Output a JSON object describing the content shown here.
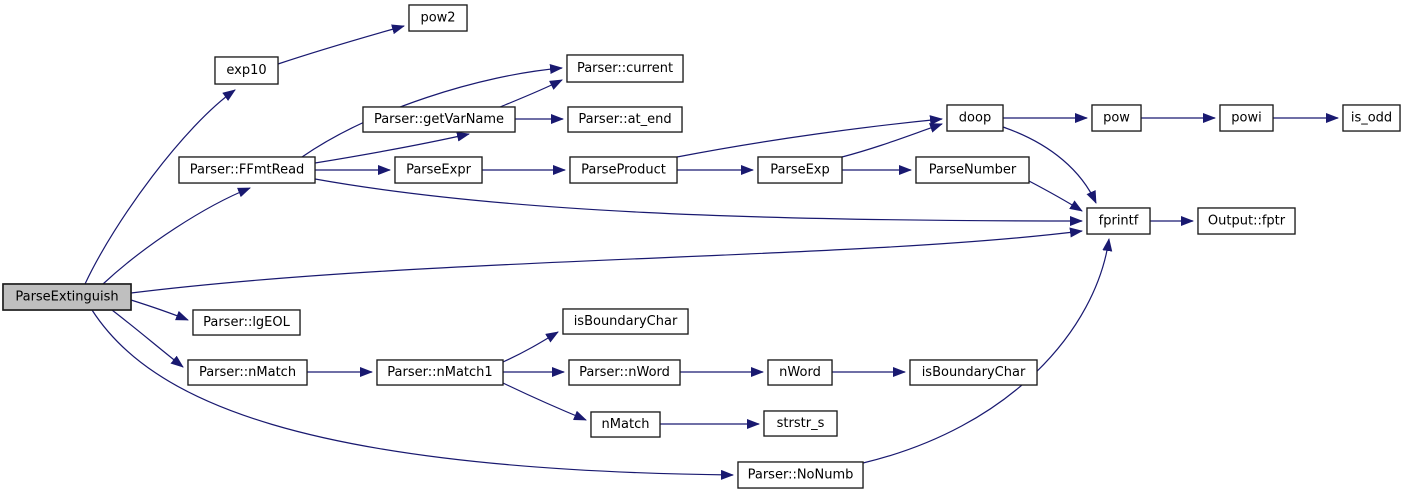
{
  "diagram": {
    "type": "call-graph",
    "root": "ParseExtinguish",
    "colors": {
      "edge": "#191970",
      "node_fill": "#ffffff",
      "root_fill": "#bfbfbf",
      "node_border": "#1a1a1a",
      "text": "#000000",
      "background": "#ffffff"
    },
    "nodes": {
      "parse_extinguish": {
        "label": "ParseExtinguish"
      },
      "pow2": {
        "label": "pow2"
      },
      "exp10": {
        "label": "exp10"
      },
      "parser_current": {
        "label": "Parser::current"
      },
      "parser_getvarname": {
        "label": "Parser::getVarName"
      },
      "parser_at_end": {
        "label": "Parser::at_end"
      },
      "parser_ffmtread": {
        "label": "Parser::FFmtRead"
      },
      "parse_expr": {
        "label": "ParseExpr"
      },
      "parse_product": {
        "label": "ParseProduct"
      },
      "parse_exp": {
        "label": "ParseExp"
      },
      "parse_number": {
        "label": "ParseNumber"
      },
      "doop": {
        "label": "doop"
      },
      "pow": {
        "label": "pow"
      },
      "powi": {
        "label": "powi"
      },
      "is_odd": {
        "label": "is_odd"
      },
      "fprintf": {
        "label": "fprintf"
      },
      "output_fptr": {
        "label": "Output::fptr"
      },
      "parser_lgeol": {
        "label": "Parser::lgEOL"
      },
      "parser_nmatch": {
        "label": "Parser::nMatch"
      },
      "parser_nmatch1": {
        "label": "Parser::nMatch1"
      },
      "isboundarychar_a": {
        "label": "isBoundaryChar"
      },
      "parser_nword": {
        "label": "Parser::nWord"
      },
      "nmatch": {
        "label": "nMatch"
      },
      "nword": {
        "label": "nWord"
      },
      "isboundarychar_b": {
        "label": "isBoundaryChar"
      },
      "strstr_s": {
        "label": "strstr_s"
      },
      "parser_nonumb": {
        "label": "Parser::NoNumb"
      }
    },
    "edges": [
      {
        "from": "parse_extinguish",
        "to": "exp10"
      },
      {
        "from": "parse_extinguish",
        "to": "parser_ffmtread"
      },
      {
        "from": "parse_extinguish",
        "to": "fprintf"
      },
      {
        "from": "parse_extinguish",
        "to": "parser_lgeol"
      },
      {
        "from": "parse_extinguish",
        "to": "parser_nmatch"
      },
      {
        "from": "parse_extinguish",
        "to": "parser_nonumb"
      },
      {
        "from": "exp10",
        "to": "pow2"
      },
      {
        "from": "parser_ffmtread",
        "to": "parser_current"
      },
      {
        "from": "parser_ffmtread",
        "to": "parser_getvarname"
      },
      {
        "from": "parser_ffmtread",
        "to": "parse_expr"
      },
      {
        "from": "parser_ffmtread",
        "to": "fprintf"
      },
      {
        "from": "parser_getvarname",
        "to": "parser_current"
      },
      {
        "from": "parser_getvarname",
        "to": "parser_at_end"
      },
      {
        "from": "parse_expr",
        "to": "parse_product"
      },
      {
        "from": "parse_product",
        "to": "parse_exp"
      },
      {
        "from": "parse_product",
        "to": "doop"
      },
      {
        "from": "parse_exp",
        "to": "doop"
      },
      {
        "from": "parse_exp",
        "to": "parse_number"
      },
      {
        "from": "parse_number",
        "to": "fprintf"
      },
      {
        "from": "doop",
        "to": "pow"
      },
      {
        "from": "doop",
        "to": "fprintf"
      },
      {
        "from": "pow",
        "to": "powi"
      },
      {
        "from": "powi",
        "to": "is_odd"
      },
      {
        "from": "fprintf",
        "to": "output_fptr"
      },
      {
        "from": "parser_nmatch",
        "to": "parser_nmatch1"
      },
      {
        "from": "parser_nmatch1",
        "to": "isboundarychar_a"
      },
      {
        "from": "parser_nmatch1",
        "to": "parser_nword"
      },
      {
        "from": "parser_nmatch1",
        "to": "nmatch"
      },
      {
        "from": "parser_nword",
        "to": "nword"
      },
      {
        "from": "nword",
        "to": "isboundarychar_b"
      },
      {
        "from": "nmatch",
        "to": "strstr_s"
      },
      {
        "from": "parser_nonumb",
        "to": "fprintf"
      }
    ]
  }
}
